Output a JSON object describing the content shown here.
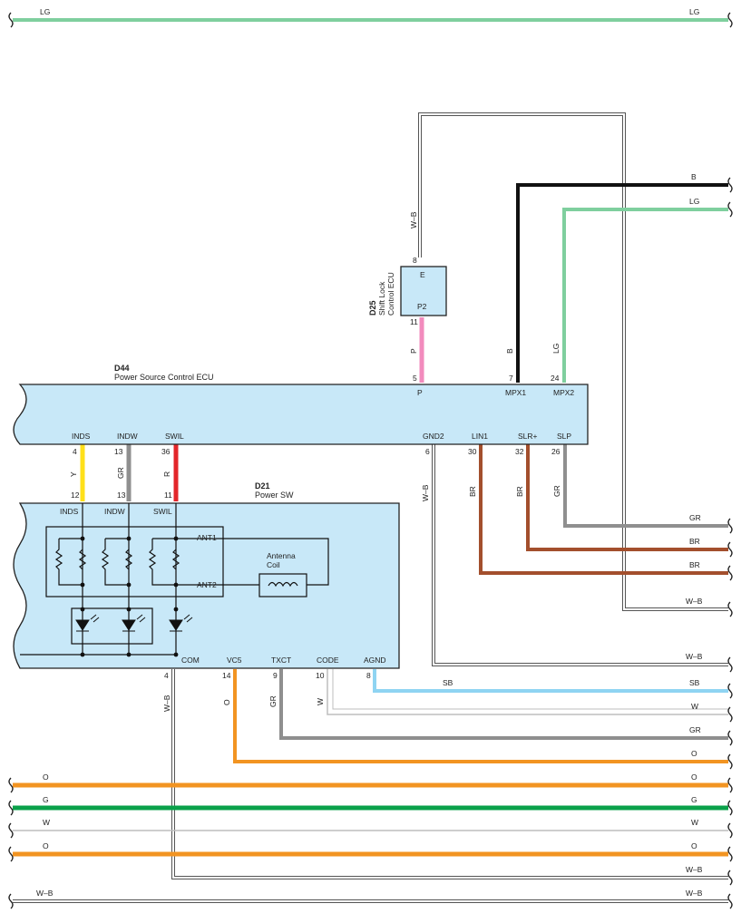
{
  "colors": {
    "LG": "#7fcf9e",
    "B": "#111111",
    "P": "#f28bbd",
    "Y": "#ffe01a",
    "GR": "#8f8f8f",
    "R": "#e3262a",
    "BR": "#a34f2d",
    "SB": "#8fd4f2",
    "O": "#f29422",
    "G": "#0aa14a",
    "W": "#bdbdbd",
    "WB_outer": "#555555",
    "WB_inner": "#ffffff",
    "ecu_fill": "#c8e8f8"
  },
  "connectors": {
    "d25": {
      "id": "D25",
      "name_line1": "Shift Lock",
      "name_line2": "Control ECU",
      "term_top": "E",
      "term_bottom": "P2",
      "pin_top": "8",
      "pin_bottom": "11"
    },
    "d44": {
      "id": "D44",
      "name": "Power Source Control ECU",
      "top_terms": [
        {
          "label": "P",
          "pin": "5"
        },
        {
          "label": "MPX1",
          "pin": "7"
        },
        {
          "label": "MPX2",
          "pin": "24"
        }
      ],
      "bottom_terms": [
        {
          "label": "INDS",
          "pin": "4"
        },
        {
          "label": "INDW",
          "pin": "13"
        },
        {
          "label": "SWIL",
          "pin": "36"
        },
        {
          "label": "GND2",
          "pin": "6"
        },
        {
          "label": "LIN1",
          "pin": "30"
        },
        {
          "label": "SLR+",
          "pin": "32"
        },
        {
          "label": "SLP",
          "pin": "26"
        }
      ]
    },
    "d21": {
      "id": "D21",
      "name": "Power SW",
      "top_terms": [
        {
          "label": "INDS",
          "pin": "12"
        },
        {
          "label": "INDW",
          "pin": "13"
        },
        {
          "label": "SWIL",
          "pin": "11"
        }
      ],
      "bottom_terms": [
        {
          "label": "COM",
          "pin": "4"
        },
        {
          "label": "VC5",
          "pin": "14"
        },
        {
          "label": "TXCT",
          "pin": "9"
        },
        {
          "label": "CODE",
          "pin": "10"
        },
        {
          "label": "AGND",
          "pin": "8"
        }
      ],
      "ant1": "ANT1",
      "ant2": "ANT2",
      "coil_line1": "Antenna",
      "coil_line2": "Coil"
    }
  },
  "wire_labels": {
    "top_lg_left": "LG",
    "top_lg_right": "LG",
    "d25_wb": "W–B",
    "d25_p": "P",
    "mpx1_b": "B",
    "mpx2_lg": "LG",
    "right_b": "B",
    "right_lg": "LG",
    "inds_y": "Y",
    "indw_gr": "GR",
    "swil_r": "R",
    "gnd2_wb": "W–B",
    "lin1_br": "BR",
    "slr_br": "BR",
    "slp_gr": "GR",
    "r_gr_1": "GR",
    "r_br_1": "BR",
    "r_br_2": "BR",
    "r_wb_1": "W–B",
    "r_wb_2": "W–B",
    "r_sb": "SB",
    "r_w": "W",
    "r_gr_2": "GR",
    "r_o_1": "O",
    "com_wb": "W–B",
    "vc5_o": "O",
    "txct_gr": "GR",
    "code_w": "W",
    "sb_mid": "SB",
    "bus_o1_l": "O",
    "bus_o1_r": "O",
    "bus_g_l": "G",
    "bus_g_r": "G",
    "bus_w_l": "W",
    "bus_w_r": "W",
    "bus_o2_l": "O",
    "bus_o2_r": "O",
    "bus_wb_r": "W–B",
    "bot_wb_l": "W–B",
    "bot_wb_r": "W–B"
  }
}
